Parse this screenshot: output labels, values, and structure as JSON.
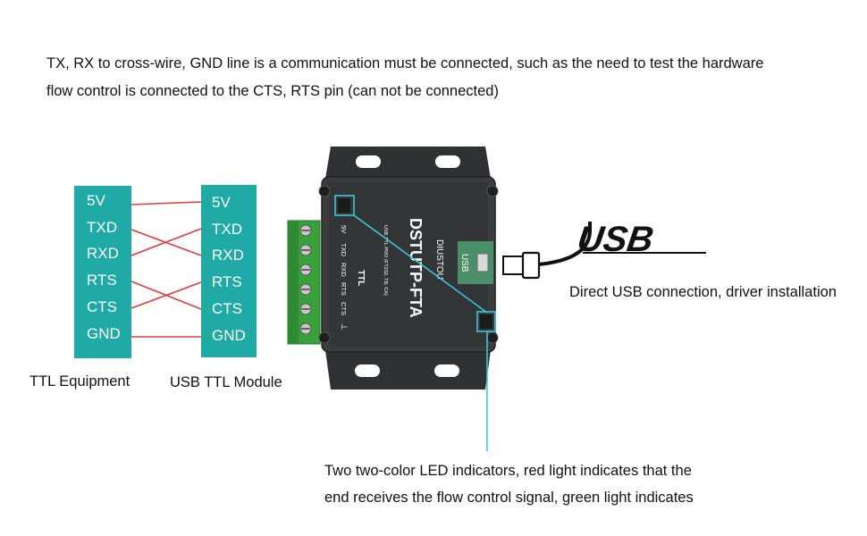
{
  "intro": {
    "line1": "TX, RX to cross-wire, GND line is a communication must be connected, such as the need to test the hardware",
    "line2": "flow control is connected to the CTS, RTS pin (can not be connected)"
  },
  "ttl_equipment": {
    "label": "TTL Equipment",
    "pins": [
      "5V",
      "TXD",
      "RXD",
      "RTS",
      "CTS",
      "GND"
    ]
  },
  "usb_ttl_module": {
    "label": "USB TTL Module",
    "pins": [
      "5V",
      "TXD",
      "RXD",
      "RTS",
      "CTS",
      "GND"
    ]
  },
  "device": {
    "brand": "DIUSTOU",
    "model": "DSTUTP-FTA",
    "subtitle": "USB TTL PRO (FT232, TB, CA)",
    "port_label": "USB",
    "terminal_title": "TTL",
    "terminal_pins": [
      "5V",
      "TXD",
      "RXD",
      "RTS",
      "CTS",
      "⊥"
    ]
  },
  "usb_logo": "USB",
  "usb_caption": "Direct USB connection, driver installation",
  "led_note": {
    "line1": "Two two-color LED indicators, red light indicates that the",
    "line2": "end receives the flow control signal, green light indicates"
  },
  "colors": {
    "pin_box": "#1faaa5",
    "wire": "#e23a3a",
    "callout": "#3ac8d8",
    "device": "#2f3133"
  }
}
